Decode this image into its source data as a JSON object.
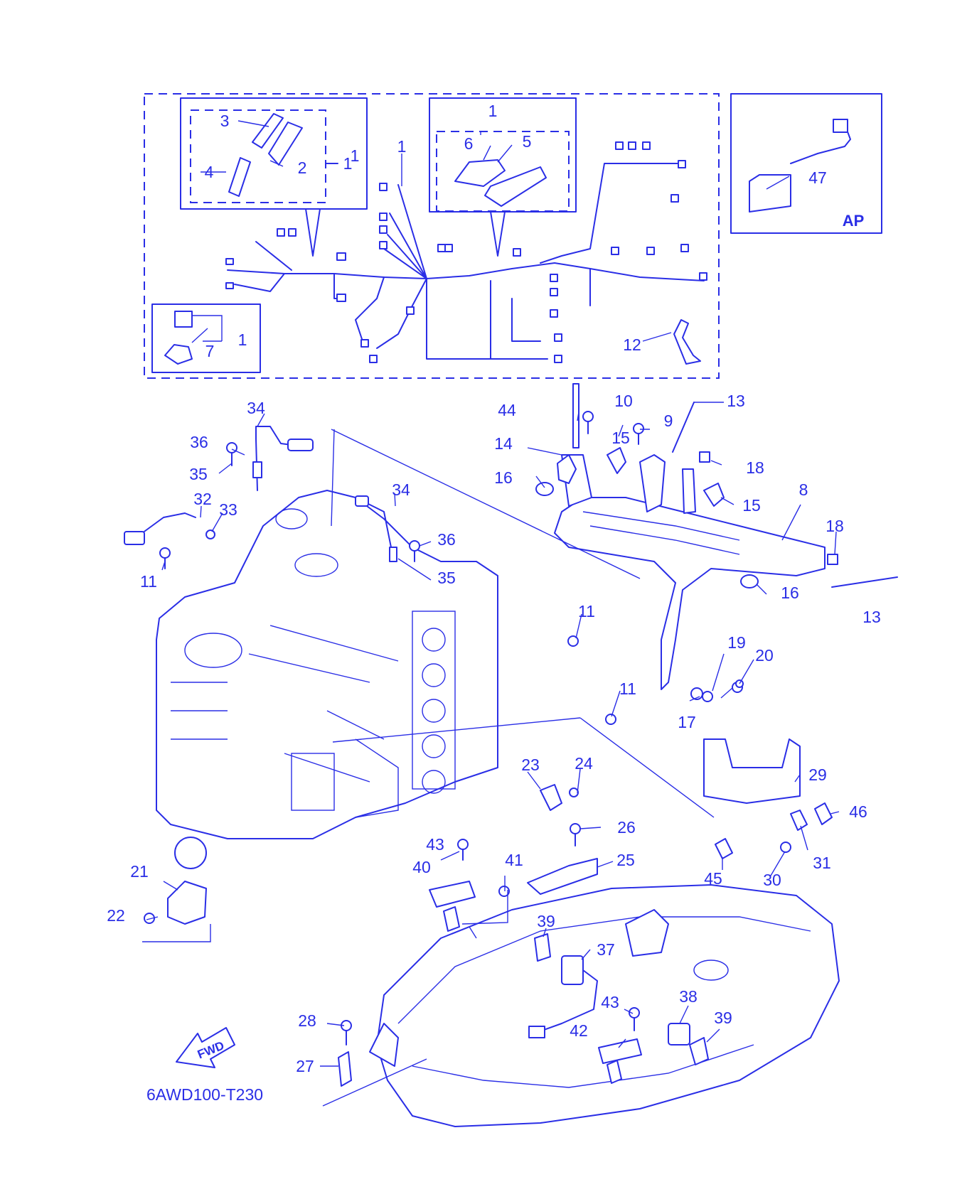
{
  "diagram": {
    "code": "6AWD100-T230",
    "fwd_label": "FWD",
    "ap_label": "AP",
    "callouts": {
      "c1a": "1",
      "c1b": "1",
      "c1c": "1",
      "c1d": "1",
      "c1e": "1",
      "c2": "2",
      "c3": "3",
      "c4": "4",
      "c5": "5",
      "c6": "6",
      "c7": "7",
      "c8": "8",
      "c9": "9",
      "c10": "10",
      "c11a": "11",
      "c11b": "11",
      "c11c": "11",
      "c12": "12",
      "c13a": "13",
      "c13b": "13",
      "c14": "14",
      "c15a": "15",
      "c15b": "15",
      "c16a": "16",
      "c16b": "16",
      "c17": "17",
      "c18a": "18",
      "c18b": "18",
      "c19": "19",
      "c20": "20",
      "c21": "21",
      "c22": "22",
      "c23": "23",
      "c24": "24",
      "c25": "25",
      "c26": "26",
      "c27": "27",
      "c28": "28",
      "c29": "29",
      "c30": "30",
      "c31": "31",
      "c32": "32",
      "c33": "33",
      "c34a": "34",
      "c34b": "34",
      "c35a": "35",
      "c35b": "35",
      "c36a": "36",
      "c36b": "36",
      "c37": "37",
      "c38": "38",
      "c39a": "39",
      "c39b": "39",
      "c40": "40",
      "c41": "41",
      "c42": "42",
      "c43a": "43",
      "c43b": "43",
      "c44": "44",
      "c45": "45",
      "c46": "46",
      "c47": "47"
    }
  }
}
